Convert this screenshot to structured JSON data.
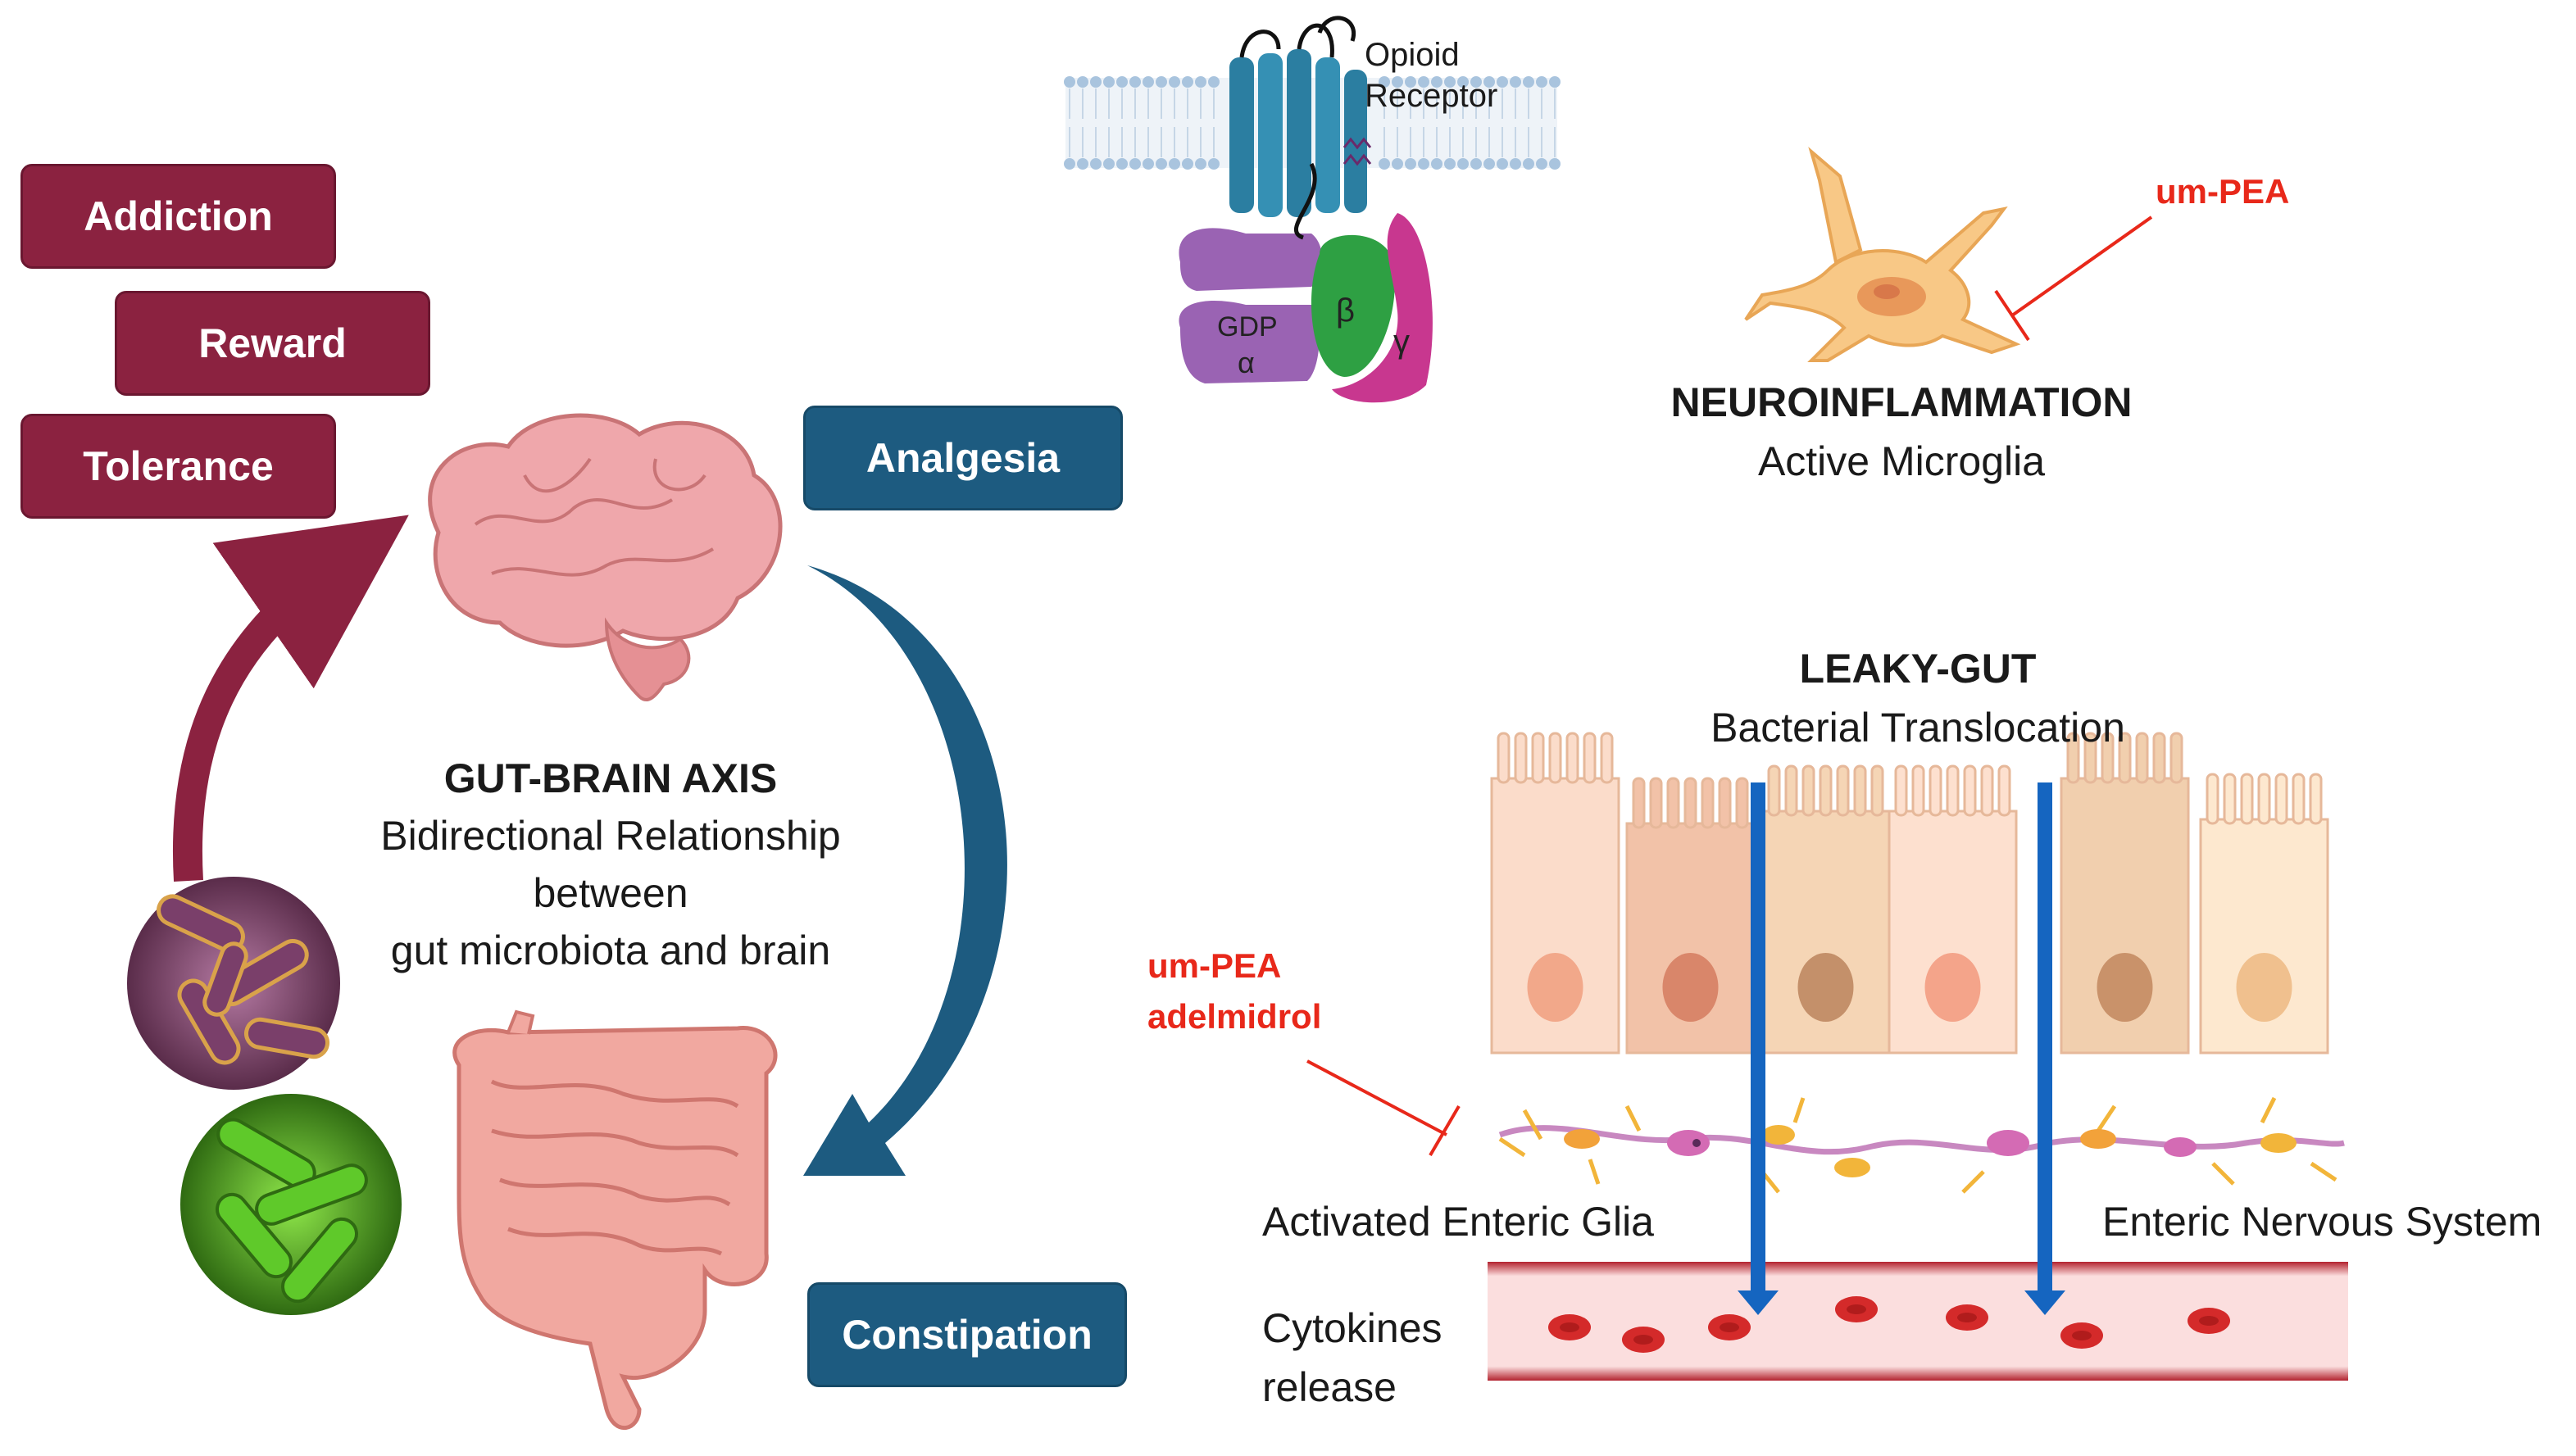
{
  "boxes": {
    "addiction": "Addiction",
    "reward": "Reward",
    "tolerance": "Tolerance",
    "analgesia": "Analgesia",
    "constipation": "Constipation"
  },
  "receptor": {
    "label_line1": "Opioid",
    "label_line2": "Receptor",
    "gdp": "GDP",
    "alpha": "α",
    "beta": "β",
    "gamma": "γ"
  },
  "gut_brain": {
    "title": "GUT-BRAIN AXIS",
    "line1": "Bidirectional Relationship",
    "line2": "between",
    "line3": "gut microbiota and brain"
  },
  "neuroinflammation": {
    "title": "NEUROINFLAMMATION",
    "subtitle": "Active Microglia",
    "drug": "um-PEA"
  },
  "leaky_gut": {
    "title": "LEAKY-GUT",
    "subtitle": "Bacterial Translocation",
    "drug_line1": "um-PEA",
    "drug_line2": "adelmidrol",
    "glia_label": "Activated Enteric Glia",
    "ens_label": "Enteric Nervous System",
    "cytokines_line1": "Cytokines",
    "cytokines_line2": "release"
  },
  "colors": {
    "red_box": "#8b2240",
    "blue_box": "#1d5b80",
    "inhibitor": "#e8281a",
    "arrow_blue": "#1565c0"
  }
}
